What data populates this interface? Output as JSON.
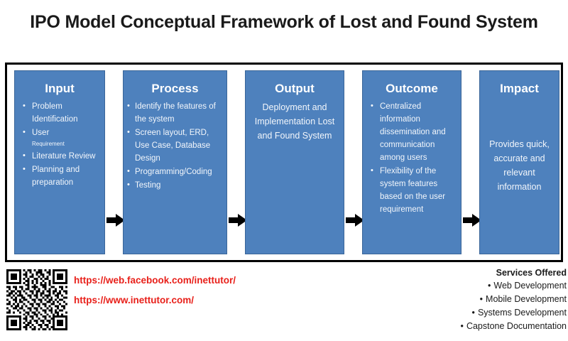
{
  "title": "IPO Model Conceptual Framework of Lost and Found System",
  "diagram": {
    "boxes": [
      {
        "heading": "Input",
        "layout": "bullets",
        "items": [
          "Problem Identification",
          "User",
          "Literature Review",
          "Planning and preparation"
        ],
        "sub_item": "Requirement"
      },
      {
        "heading": "Process",
        "layout": "bullets",
        "items": [
          "Identify the features of the system",
          "Screen layout, ERD, Use Case, Database Design",
          "Programming/Coding",
          "Testing"
        ]
      },
      {
        "heading": "Output",
        "layout": "centered",
        "text": "Deployment and Implementation Lost and Found System"
      },
      {
        "heading": "Outcome",
        "layout": "bullets",
        "items": [
          "Centralized information dissemination and communication among users",
          "Flexibility of the system features based on the user requirement"
        ]
      },
      {
        "heading": "Impact",
        "layout": "centered",
        "text": "Provides quick, accurate and relevant information"
      }
    ],
    "arrow_icon": "arrow-right-icon",
    "box_color": "#4e81bd",
    "frame_color": "#000000"
  },
  "footer": {
    "qr_icon": "qr-code-icon",
    "links": [
      "https://web.facebook.com/inettutor/",
      "https://www.inettutor.com/"
    ],
    "link_color": "#e8201a",
    "services": {
      "title": "Services Offered",
      "items": [
        "Web Development",
        "Mobile Development",
        "Systems Development",
        "Capstone Documentation"
      ],
      "bullet": "•"
    }
  }
}
